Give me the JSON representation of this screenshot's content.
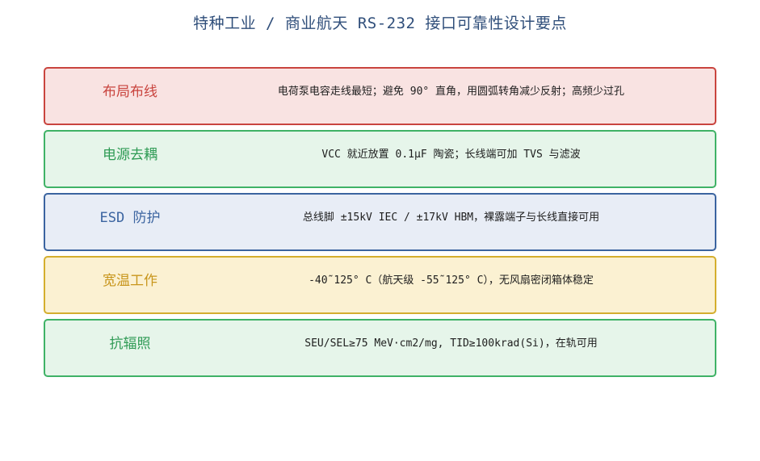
{
  "title": "特种工业 / 商业航天 RS-232 接口可靠性设计要点",
  "rows": [
    {
      "label": "布局布线",
      "text": "电荷泵电容走线最短；避免 90° 直角，用圆弧转角减少反射；高频少过孔",
      "bg": "#f9e3e2",
      "border": "#c9443e",
      "label_color": "#c9443e"
    },
    {
      "label": "电源去耦",
      "text": "VCC 就近放置 0.1μF 陶瓷；长线端可加 TVS 与滤波",
      "bg": "#e6f5ea",
      "border": "#3fb266",
      "label_color": "#2f9b55"
    },
    {
      "label": "ESD 防护",
      "text": "总线脚 ±15kV IEC / ±17kV HBM，裸露端子与长线直接可用",
      "bg": "#e8edf6",
      "border": "#3b64a0",
      "label_color": "#3b64a0"
    },
    {
      "label": "宽温工作",
      "text": "-40˜125° C（航天级 -55˜125° C），无风扇密闭箱体稳定",
      "bg": "#fbf1d2",
      "border": "#d4ae2e",
      "label_color": "#c8961c"
    },
    {
      "label": "抗辐照",
      "text": "SEU/SEL≥75 MeV·cm2/mg, TID≥100krad(Si)，在轨可用",
      "bg": "#e6f5ea",
      "border": "#3fb266",
      "label_color": "#2f9b55"
    }
  ]
}
